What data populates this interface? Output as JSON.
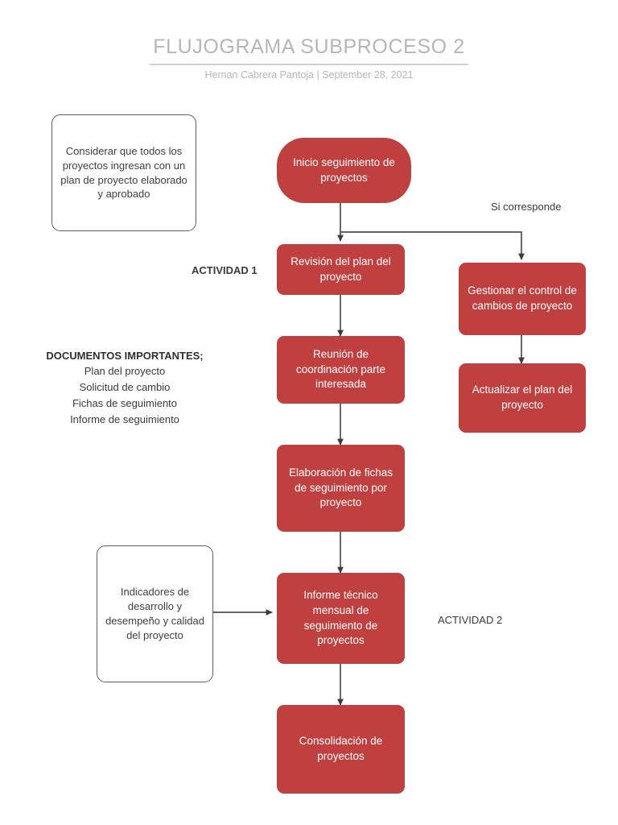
{
  "header": {
    "title": "FLUJOGRAMA SUBPROCESO 2",
    "byline": "Hernan Cabrera Pantoja  |  September 28, 2021"
  },
  "theme": {
    "process_fill": "#c0403f",
    "process_text": "#ffffff",
    "note_border": "#5e5e5e",
    "note_text": "#3f3f3f",
    "edge_color": "#4d4d4d",
    "title_color": "#b6b6b6"
  },
  "nodes": {
    "note_top": "Considerar que todos los proyectos ingresan con un plan de proyecto elaborado y aprobado",
    "start": "Inicio seguimiento de proyectos",
    "review_plan": "Revisión del plan del proyecto",
    "coordination_meeting": "Reunión de coordinación parte interesada",
    "tracking_sheets": "Elaboración de fichas de seguimiento por proyecto",
    "monthly_report": "Informe técnico mensual de seguimiento de proyectos",
    "consolidation": "Consolidación de proyectos",
    "change_control": "Gestionar el control de cambios de proyecto",
    "update_plan": "Actualizar el plan del proyecto",
    "note_indicators": "Indicadores de desarrollo y desempeño y calidad del proyecto"
  },
  "annotations": {
    "activity_1": "ACTIVIDAD 1",
    "activity_2": "ACTIVIDAD 2",
    "branch_label": "Si corresponde"
  },
  "documents": {
    "title": "DOCUMENTOS IMPORTANTES;",
    "items": [
      "Plan del proyecto",
      "Solicitud de cambio",
      "Fichas de seguimiento",
      "Informe de seguimiento"
    ]
  }
}
